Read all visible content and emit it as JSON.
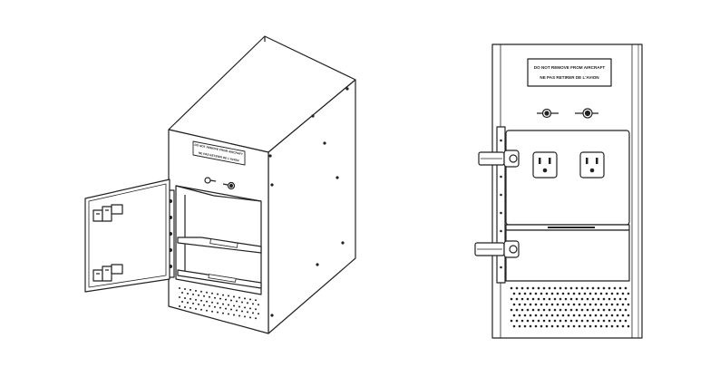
{
  "placards": {
    "iso_line1": "DO NOT REMOVE FROM AIRCRAFT",
    "iso_line2": "NE PAS RETIRER DE L'AVION",
    "front_line1": "DO NOT REMOVE FROM AIRCRAFT",
    "front_line2": "NE PAS RETIRER DE L'AVION"
  }
}
